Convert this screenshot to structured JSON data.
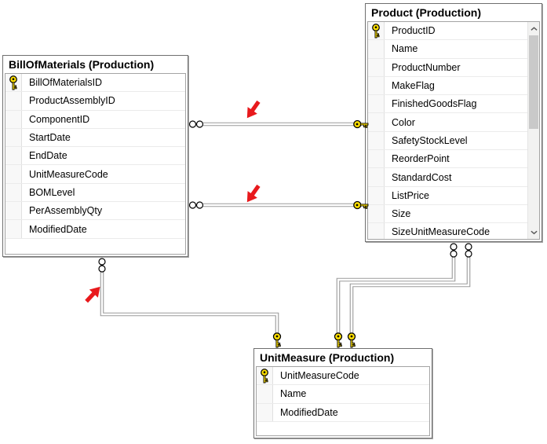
{
  "tables": {
    "bill_of_materials": {
      "title": "BillOfMaterials (Production)",
      "primary_key": "BillOfMaterialsID",
      "columns": [
        "BillOfMaterialsID",
        "ProductAssemblyID",
        "ComponentID",
        "StartDate",
        "EndDate",
        "UnitMeasureCode",
        "BOMLevel",
        "PerAssemblyQty",
        "ModifiedDate"
      ]
    },
    "product": {
      "title": "Product (Production)",
      "primary_key": "ProductID",
      "scrollable": true,
      "columns": [
        "ProductID",
        "Name",
        "ProductNumber",
        "MakeFlag",
        "FinishedGoodsFlag",
        "Color",
        "SafetyStockLevel",
        "ReorderPoint",
        "StandardCost",
        "ListPrice",
        "Size",
        "SizeUnitMeasureCode"
      ]
    },
    "unit_measure": {
      "title": "UnitMeasure (Production)",
      "primary_key": "UnitMeasureCode",
      "columns": [
        "UnitMeasureCode",
        "Name",
        "ModifiedDate"
      ]
    }
  },
  "relationships": [
    {
      "from_table": "BillOfMaterials (Production)",
      "to_table": "Product (Production)",
      "from_cardinality": "many",
      "to_cardinality": "one",
      "annotated_with_red_arrow": true
    },
    {
      "from_table": "BillOfMaterials (Production)",
      "to_table": "Product (Production)",
      "from_cardinality": "many",
      "to_cardinality": "one",
      "annotated_with_red_arrow": true
    },
    {
      "from_table": "BillOfMaterials (Production)",
      "to_table": "UnitMeasure (Production)",
      "from_cardinality": "many",
      "to_cardinality": "one",
      "annotated_with_red_arrow": true
    },
    {
      "from_table": "Product (Production)",
      "to_table": "UnitMeasure (Production)",
      "from_cardinality": "many",
      "to_cardinality": "one",
      "annotated_with_red_arrow": false
    },
    {
      "from_table": "Product (Production)",
      "to_table": "UnitMeasure (Production)",
      "from_cardinality": "many",
      "to_cardinality": "one",
      "annotated_with_red_arrow": false
    }
  ],
  "annotations": {
    "red_arrow_count": 3
  },
  "colors": {
    "key_yellow": "#ffe000",
    "arrow_red": "#e8191c",
    "connector_gray": "#9a9a9a",
    "table_border": "#6f6f6f",
    "grid_border": "#a4a4a4",
    "row_separator": "#ebebeb",
    "scroll_track": "#f2f2f1",
    "scroll_thumb": "#c9c9c9"
  }
}
